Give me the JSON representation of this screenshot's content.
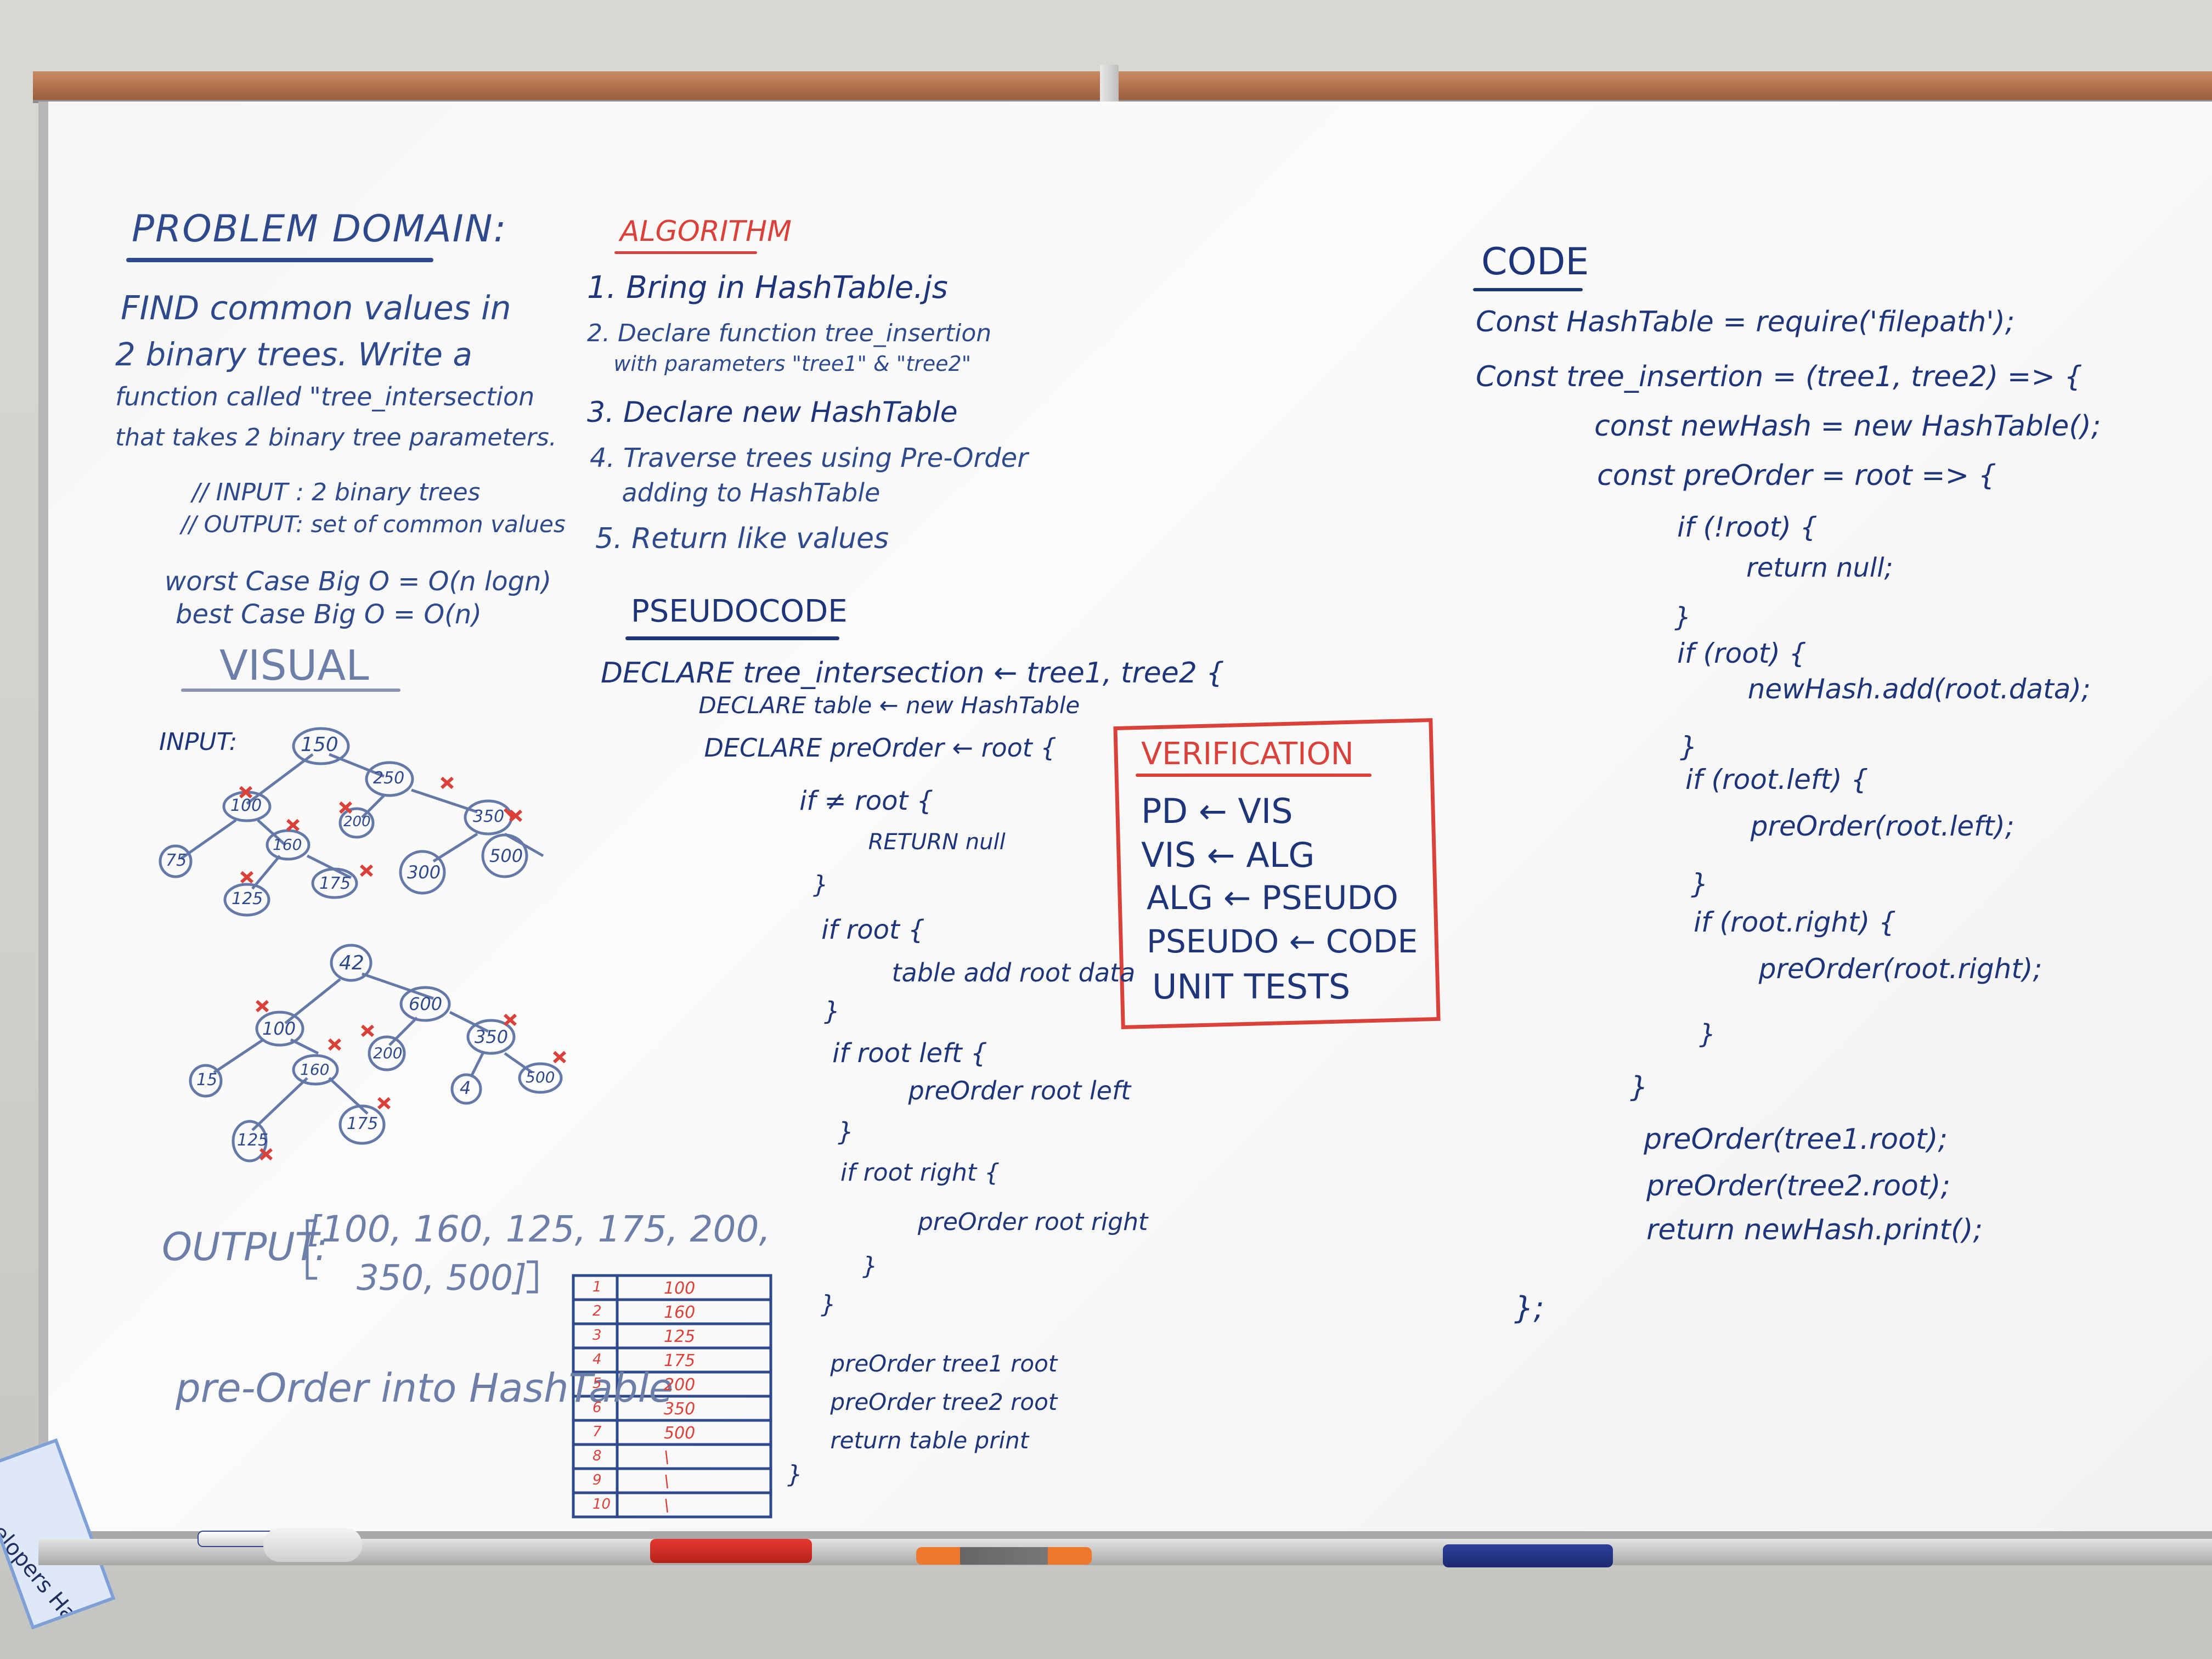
{
  "problem_domain": {
    "heading": "PROBLEM DOMAIN:",
    "lines": [
      "FIND common values in",
      "2 binary trees. Write a",
      "function called \"tree_intersection",
      "that takes 2 binary tree parameters."
    ],
    "input_line": "// INPUT : 2 binary trees",
    "output_line": "// OUTPUT: set of common values",
    "worst_case": "worst Case Big O = O(n logn)",
    "best_case": "best Case Big O = O(n)"
  },
  "visual": {
    "heading": "VISUAL",
    "input_label": "INPUT:",
    "tree1_nodes": [
      "150",
      "100",
      "250",
      "75",
      "160",
      "200",
      "350",
      "125",
      "175",
      "300",
      "500"
    ],
    "tree2_nodes": [
      "42",
      "100",
      "600",
      "15",
      "160",
      "200",
      "350",
      "4",
      "500",
      "125",
      "175"
    ],
    "output_label": "OUTPUT:",
    "output_line1": "[100, 160, 125, 175, 200,",
    "output_line2": "350, 500]",
    "preorder_note": "pre-Order into HashTable"
  },
  "hash_table": {
    "indexes": [
      "1",
      "2",
      "3",
      "4",
      "5",
      "6",
      "7",
      "8",
      "9",
      "10"
    ],
    "values": [
      "100",
      "160",
      "125",
      "175",
      "200",
      "350",
      "500",
      "\\",
      "\\",
      "\\"
    ]
  },
  "algorithm": {
    "heading": "ALGORITHM",
    "steps": [
      "1. Bring in HashTable.js",
      "2. Declare function tree_insertion",
      "    with parameters \"tree1\" & \"tree2\"",
      "3. Declare new HashTable",
      "4. Traverse trees using Pre-Order",
      "    adding to HashTable",
      "5. Return like values"
    ]
  },
  "pseudocode": {
    "heading": "PSEUDOCODE",
    "lines": [
      "DECLARE tree_intersection ← tree1, tree2 {",
      "    DECLARE table ← new HashTable",
      "    DECLARE preOrder ← root {",
      "        if ≠ root {",
      "            RETURN null",
      "        }",
      "        if root {",
      "            table add root data",
      "        }",
      "        if root left {",
      "            preOrder root left",
      "        }",
      "        if root right {",
      "            preOrder root right",
      "        }",
      "    }",
      "    preOrder tree1 root",
      "    preOrder tree2 root",
      "    return table print",
      "}"
    ]
  },
  "verification": {
    "heading": "VERIFICATION",
    "lines": [
      "PD ← VIS",
      "VIS ← ALG",
      "ALG ← PSEUDO",
      "PSEUDO ← CODE",
      "UNIT TESTS"
    ]
  },
  "code": {
    "heading": "CODE",
    "lines": [
      "Const HashTable = require('filepath');",
      "Const tree_insertion = (tree1, tree2) => {",
      "    const newHash = new HashTable();",
      "    const preOrder = root => {",
      "        if (!root) {",
      "            return null;",
      "        }",
      "        if (root) {",
      "            newHash.add(root.data);",
      "        }",
      "        if (root.left) {",
      "            preOrder(root.left);",
      "        }",
      "        if (root.right) {",
      "            preOrder(root.right);",
      "        }",
      "    }",
      "    preOrder(tree1.root);",
      "    preOrder(tree2.root);",
      "    return newHash.print();",
      "};"
    ]
  },
  "sticker": {
    "text": "velopers Hard At\nk\nASE THE"
  },
  "colors": {
    "blue_marker": "#2f4a8c",
    "red_marker": "#d9413a",
    "board": "#f6f6f4",
    "frame": "#b07048"
  }
}
